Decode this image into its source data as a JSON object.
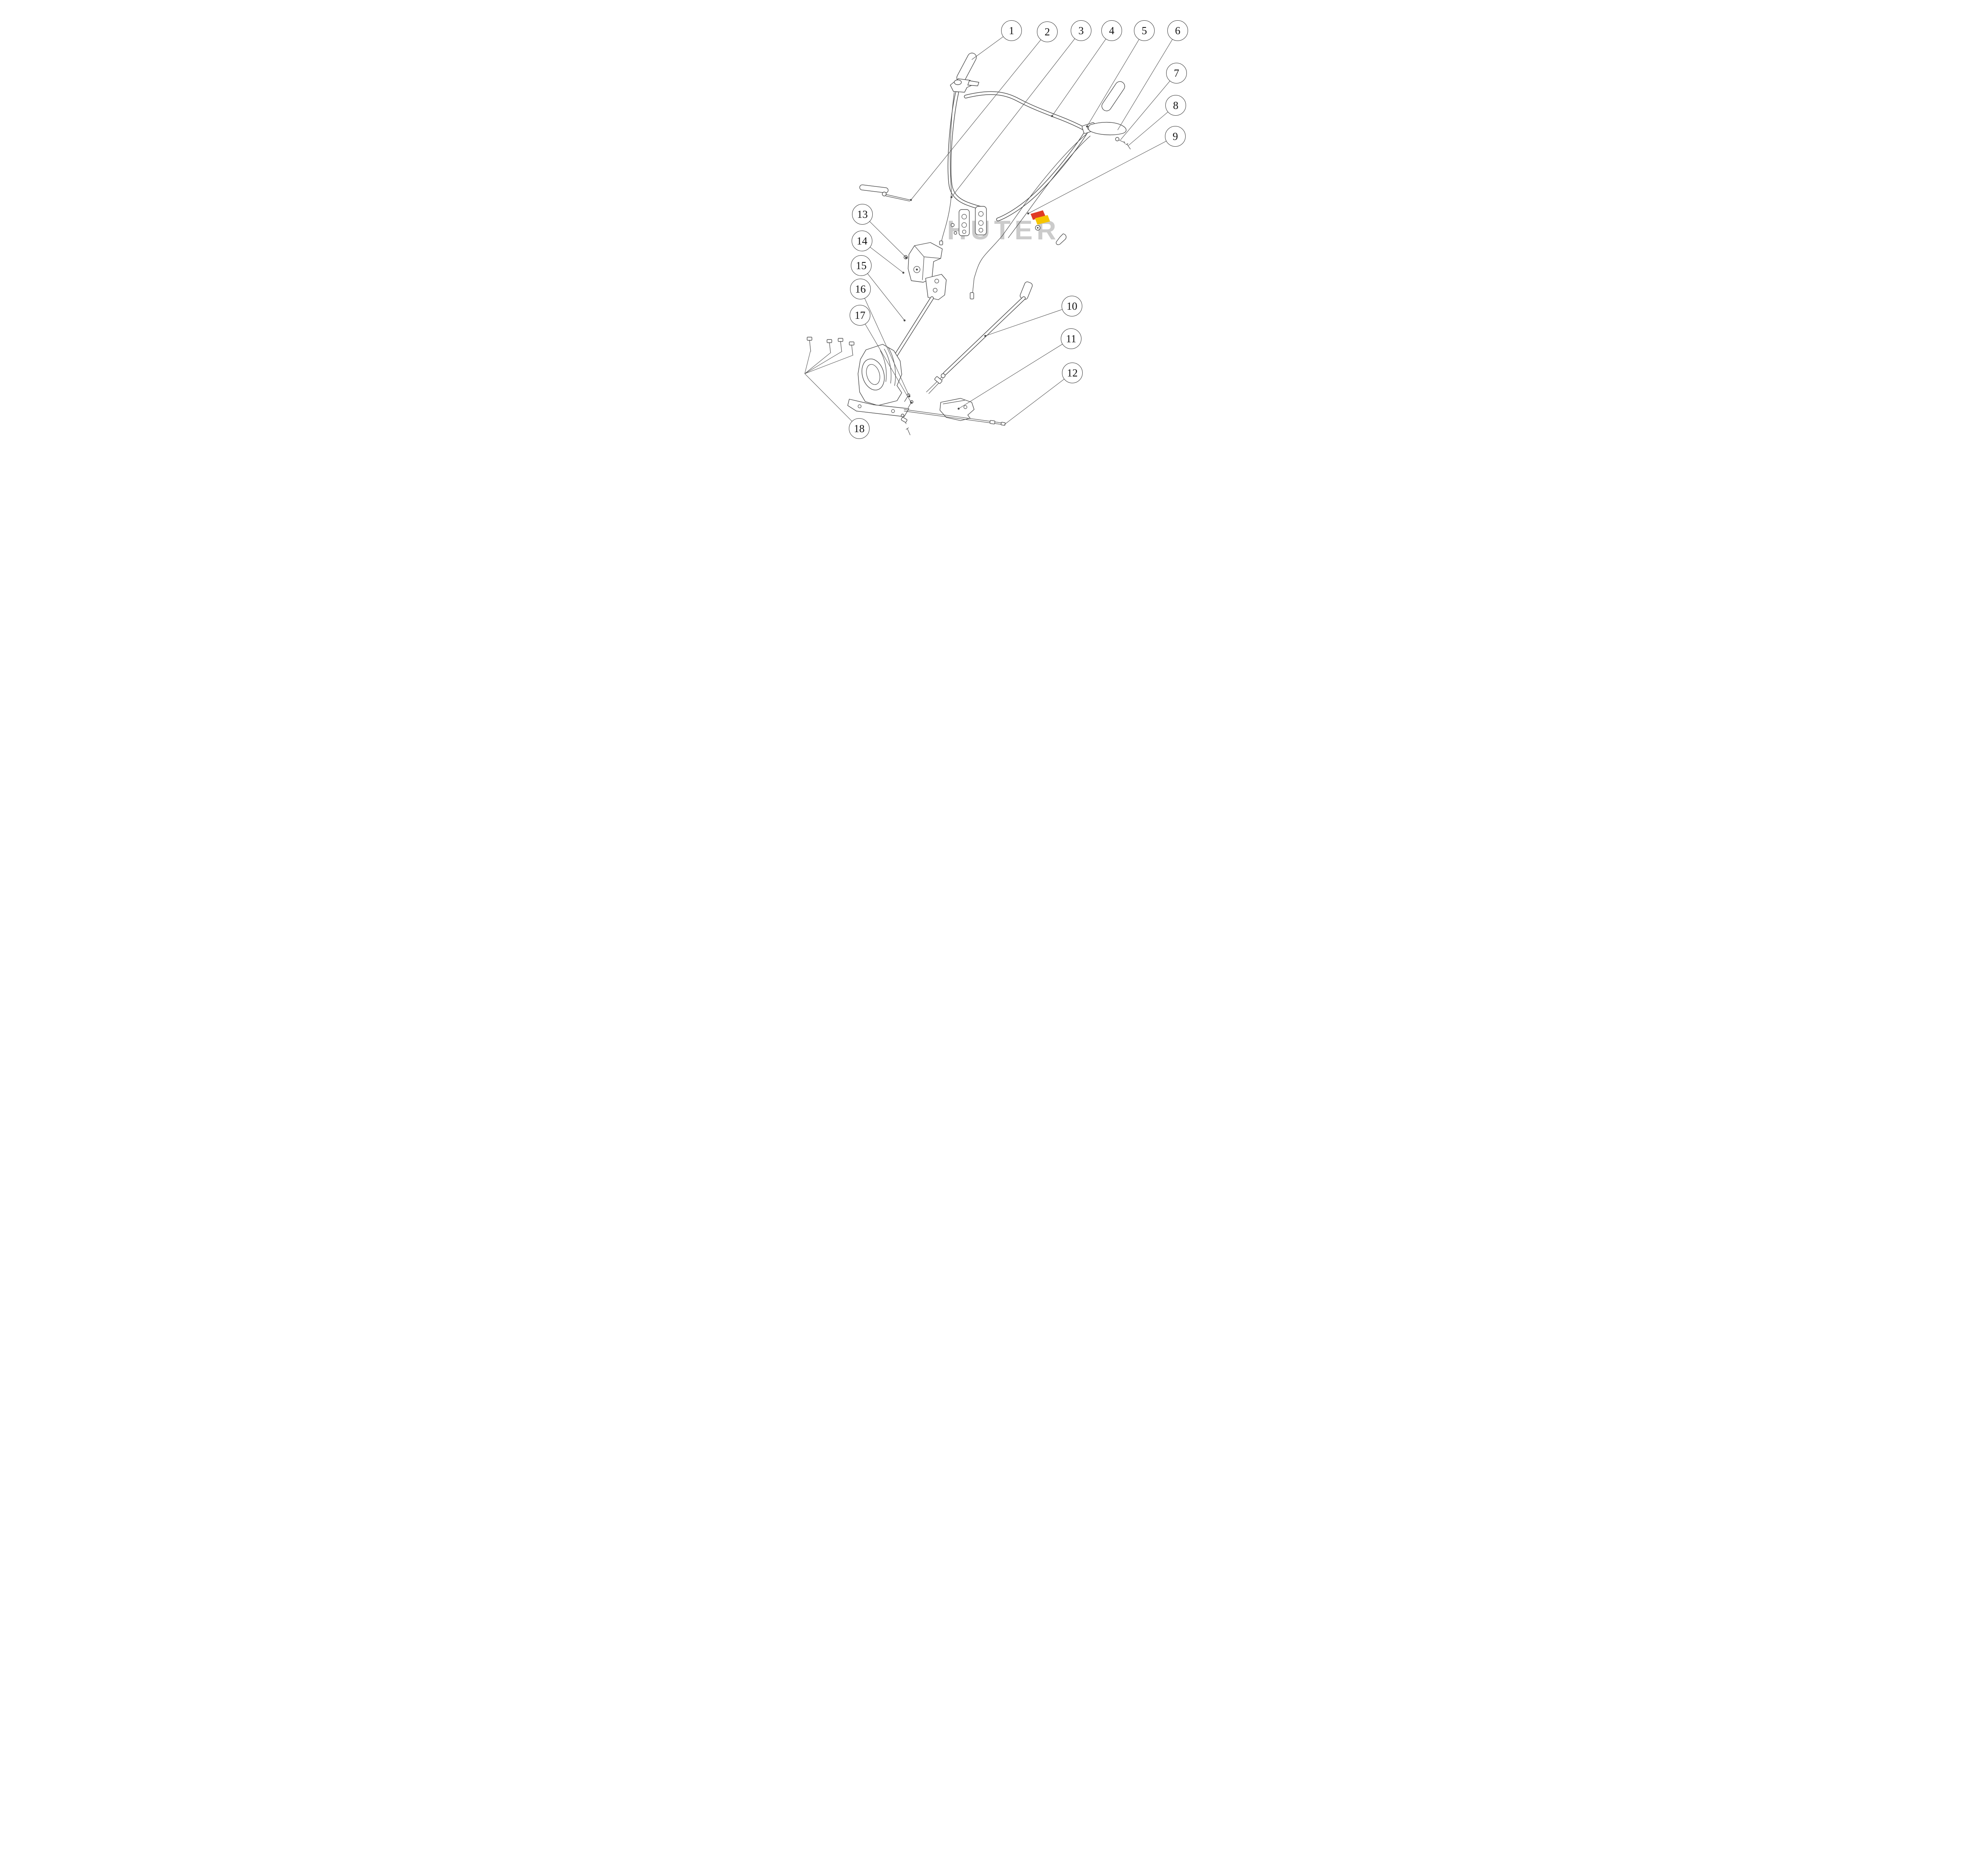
{
  "watermark": {
    "text": "HUTER",
    "text_color": "#c6c6c6",
    "flag_red": "#e03a24",
    "flag_yellow": "#f6c500"
  },
  "callouts": [
    {
      "label": "1"
    },
    {
      "label": "2"
    },
    {
      "label": "3"
    },
    {
      "label": "4"
    },
    {
      "label": "5"
    },
    {
      "label": "6"
    },
    {
      "label": "7"
    },
    {
      "label": "8"
    },
    {
      "label": "9"
    },
    {
      "label": "10"
    },
    {
      "label": "11"
    },
    {
      "label": "12"
    },
    {
      "label": "13"
    },
    {
      "label": "14"
    },
    {
      "label": "15"
    },
    {
      "label": "16"
    },
    {
      "label": "17"
    },
    {
      "label": "18"
    }
  ]
}
